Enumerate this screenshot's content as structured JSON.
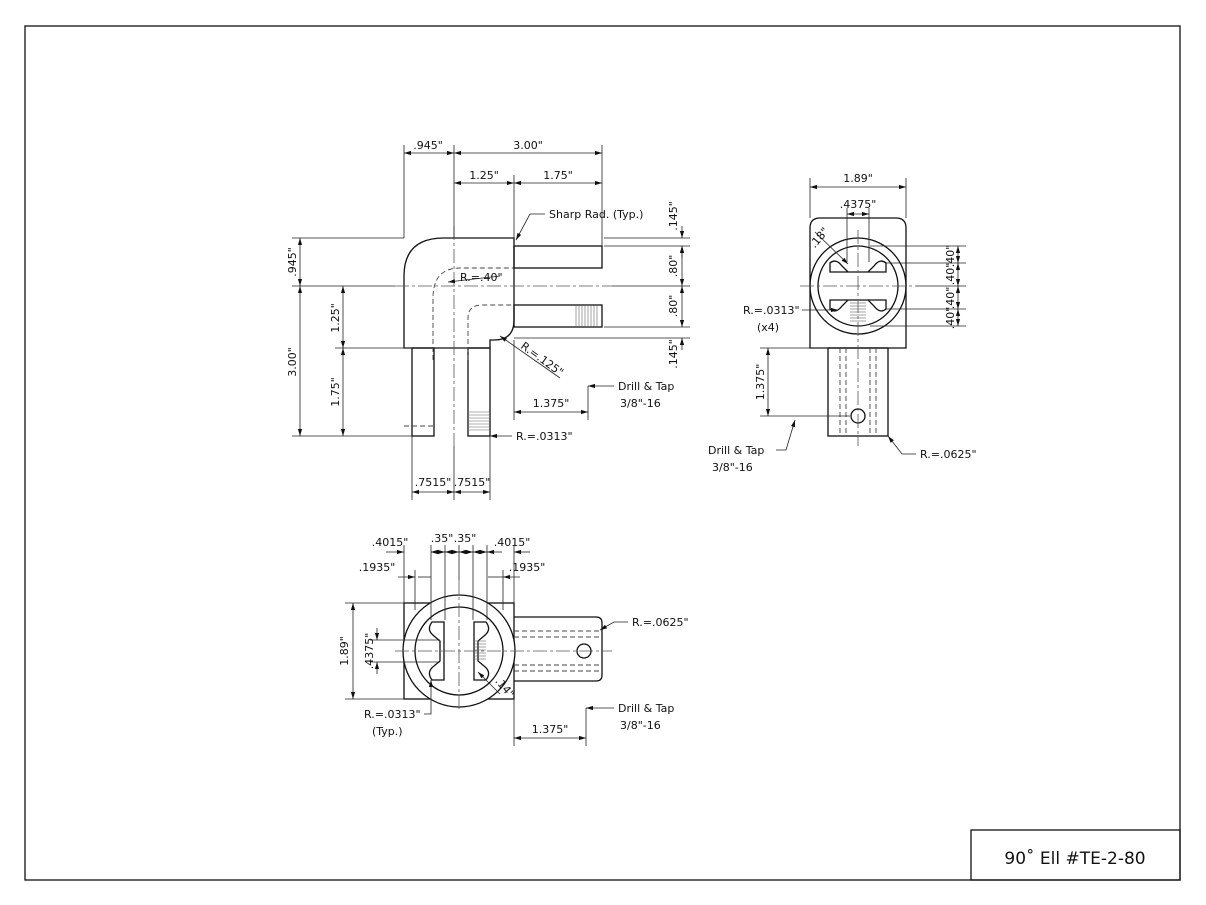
{
  "title_block": {
    "title": "90˚ Ell #TE-2-80"
  },
  "front_view": {
    "dim_945_top": ".945\"",
    "dim_300_top": "3.00\"",
    "dim_125_top": "1.25\"",
    "dim_175_top": "1.75\"",
    "sharp_rad": "Sharp Rad. (Typ.)",
    "dim_145_a": ".145\"",
    "dim_80_a": ".80\"",
    "dim_80_b": ".80\"",
    "dim_145_b": ".145\"",
    "dim_945_left": ".945\"",
    "dim_125_left": "1.25\"",
    "dim_300_left": "3.00\"",
    "dim_175_left": "1.75\"",
    "radius_40": "R.=.40\"",
    "radius_125": "R.=.125\"",
    "drill_tap_1": "Drill & Tap",
    "drill_tap_2": "3/8\"-16",
    "dim_1375": "1.375\"",
    "radius_0313": "R.=.0313\"",
    "dim_7515_a": ".7515\"",
    "dim_7515_b": ".7515\""
  },
  "side_view": {
    "dim_189": "1.89\"",
    "dim_4375": ".4375\"",
    "dim_18": ".18\"",
    "dim_40_1": ".40\"",
    "dim_40_2": ".40\"",
    "dim_40_3": ".40\"",
    "dim_40_4": ".40\"",
    "radius_0313": "R.=.0313\"",
    "x4": "(x4)",
    "dim_1375": "1.375\"",
    "drill_tap_1": "Drill & Tap",
    "drill_tap_2": "3/8\"-16",
    "radius_0625": "R.=.0625\""
  },
  "top_view": {
    "dim_4015_left": ".4015\"",
    "dim_35_a": ".35\"",
    "dim_35_b": ".35\"",
    "dim_4015_right": ".4015\"",
    "dim_1935_left": ".1935\"",
    "dim_1935_right": ".1935\"",
    "dim_189": "1.89\"",
    "dim_4375": ".4375\"",
    "dim_14": ".14\"",
    "radius_0625": "R.=.0625\"",
    "radius_0313": "R.=.0313\"",
    "typ": "(Typ.)",
    "drill_tap_1": "Drill & Tap",
    "drill_tap_2": "3/8\"-16",
    "dim_1375": "1.375\""
  }
}
